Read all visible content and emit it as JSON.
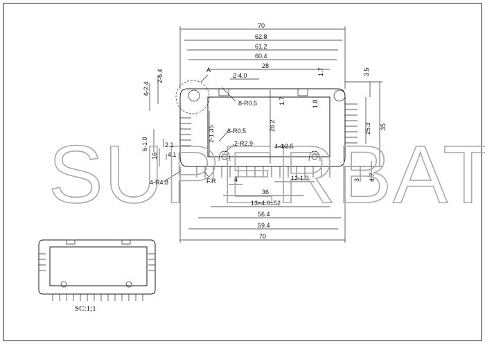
{
  "watermark": "SUPERBAT",
  "scale_label": "SC:1;1",
  "dimensions": {
    "w70_top": "70",
    "w62_8": "62.8",
    "w61_2": "61.2",
    "w60_4": "60.4",
    "w28": "28",
    "slot2_4_0": "2-4.0",
    "d1_7_top": "1.7",
    "d3_5": "3.5",
    "detail_a": "A",
    "d2_6_4": "2-6.4",
    "d6_2_4": "6-2.4",
    "r8_0_5_top": "8-R0.5",
    "d1_7_mid": "1.7",
    "d1_8": "1.8",
    "d25_3": "25.3",
    "d35": "35",
    "d28_2": "28.2",
    "d2_1_35": "2-1.35",
    "r8_0_5_mid": "8-R0.5",
    "r2_2_9": "2-R2.9",
    "phi4_2_5": "4-Φ2.5",
    "d6_1_0": "6-1.0",
    "d2_1": "2.1",
    "d16": "16",
    "d4_1": "4.1",
    "r4_4_8": "4-R4.8",
    "fr": "F.R",
    "d4": "4",
    "d12_1_0": "12-1.0",
    "d36": "36",
    "d3": "3",
    "d4_7": "4.7",
    "d13x4": "13×4.0=52",
    "d56_4": "56.4",
    "d59_4": "59.4",
    "w70_bottom": "70"
  }
}
